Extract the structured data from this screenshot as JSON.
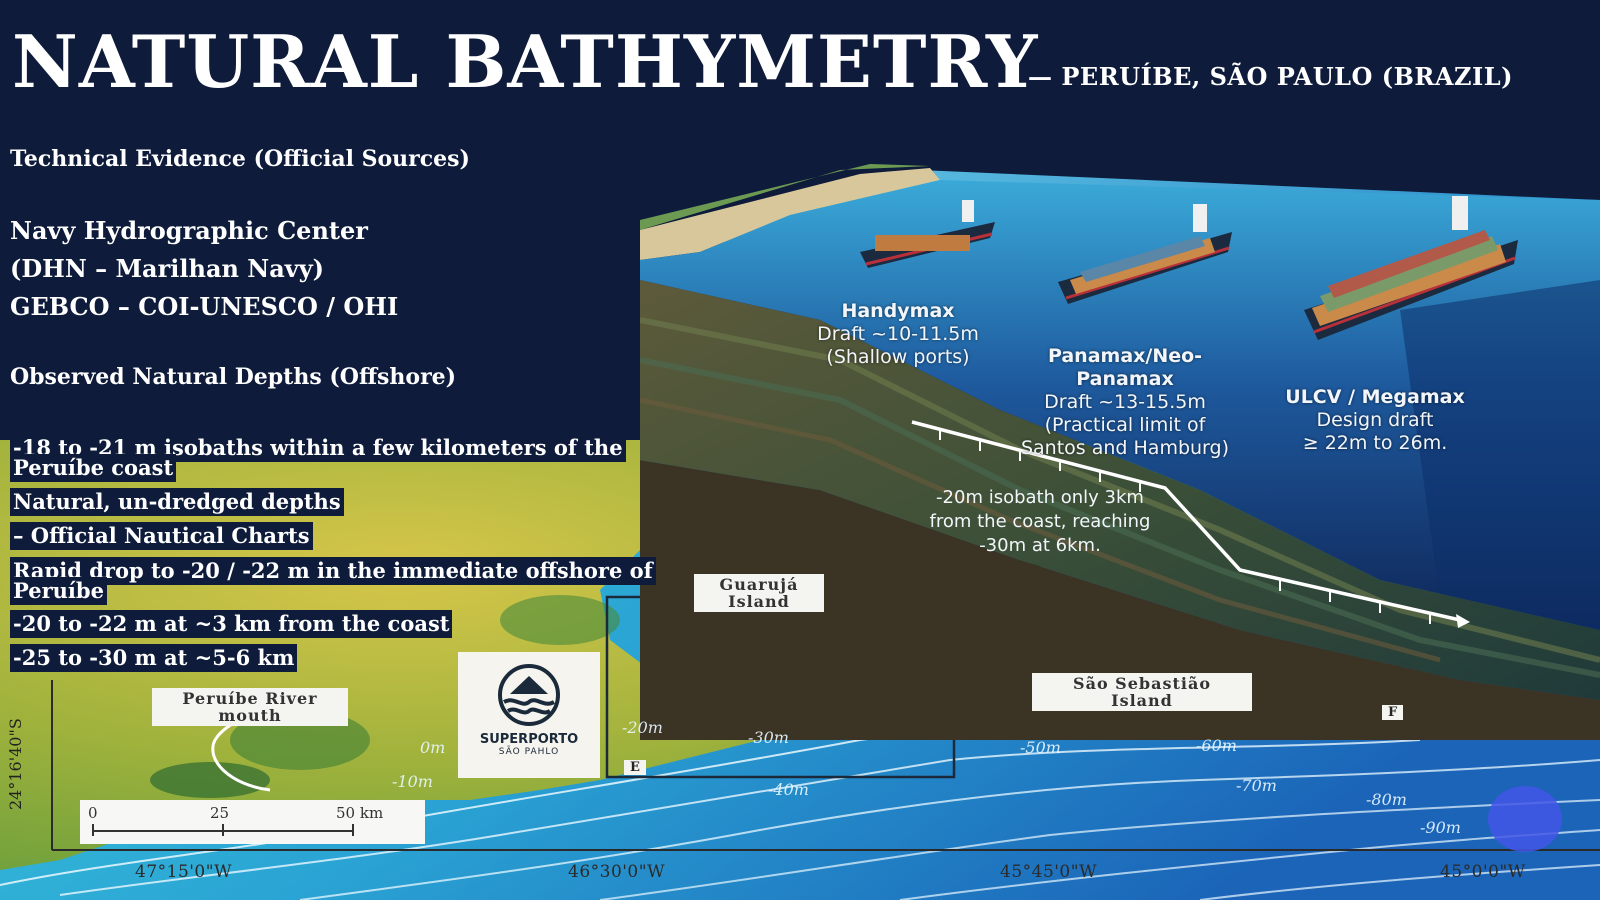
{
  "header": {
    "title": "NATURAL BATHYMETRY",
    "subtitle": "— PERUÍBE, SÃO PAULO (BRAZIL)"
  },
  "evidence": {
    "heading": "Technical Evidence (Official Sources)",
    "sources": [
      "Navy Hydrographic Center",
      "(DHN – Marilhan Navy)",
      "GEBCO – COI-UNESCO / OHI"
    ]
  },
  "depths": {
    "heading": "Observed Natural Depths (Offshore)",
    "items": [
      "-18 to -21 m isobaths within a few kilometers of the Peruíbe coast",
      "Natural, un-dredged depths",
      "– Official Nautical Charts",
      "Rapid drop to -20 / -22 m in the immediate offshore of Peruíbe",
      "-20 to -22 m at ~3 km from the coast",
      "-25 to -30 m at ~5-6 km"
    ]
  },
  "ships": [
    {
      "name": "Handymax",
      "lines": [
        "Draft ~10-11.5m",
        "(Shallow ports)"
      ]
    },
    {
      "name": "Panamax/Neo-Panamax",
      "lines": [
        "Draft ~13-15.5m",
        "(Practical limit of",
        "Santos and Hamburg)"
      ]
    },
    {
      "name": "ULCV / Megamax",
      "lines": [
        "Design draft",
        "≥ 22m to 26m."
      ]
    }
  ],
  "isobath_note": [
    "-20m isobath only 3km",
    "from the coast, reaching",
    "-30m at 6km."
  ],
  "map": {
    "labels": {
      "peruibe": [
        "Peruíbe River",
        "mouth"
      ],
      "guaruja": [
        "Guarujá",
        "Island"
      ],
      "sao_sebastiao": [
        "São Sebastião",
        "Island"
      ]
    },
    "sector_e": "E",
    "sector_f": "F",
    "depth_contours": [
      "0m",
      "-10m",
      "-20m",
      "-30m",
      "-40m",
      "-50m",
      "-60m",
      "-70m",
      "-80m",
      "-90m"
    ],
    "latitude": "24°16'40\"S",
    "longitudes": [
      "47°15'0\"W",
      "46°30'0\"W",
      "45°45'0\"W",
      "45°0'0\"W"
    ],
    "scale": {
      "ticks": [
        "0",
        "25",
        "50 km"
      ]
    }
  },
  "logo": {
    "line1": "SUPERPORTO",
    "line2": "SÃO PAHLO"
  },
  "colors": {
    "background": "#0e1b3a",
    "land": "#c9b84a",
    "shallow_sea": "#35c3d9",
    "deep_sea": "#1c6fbf"
  }
}
